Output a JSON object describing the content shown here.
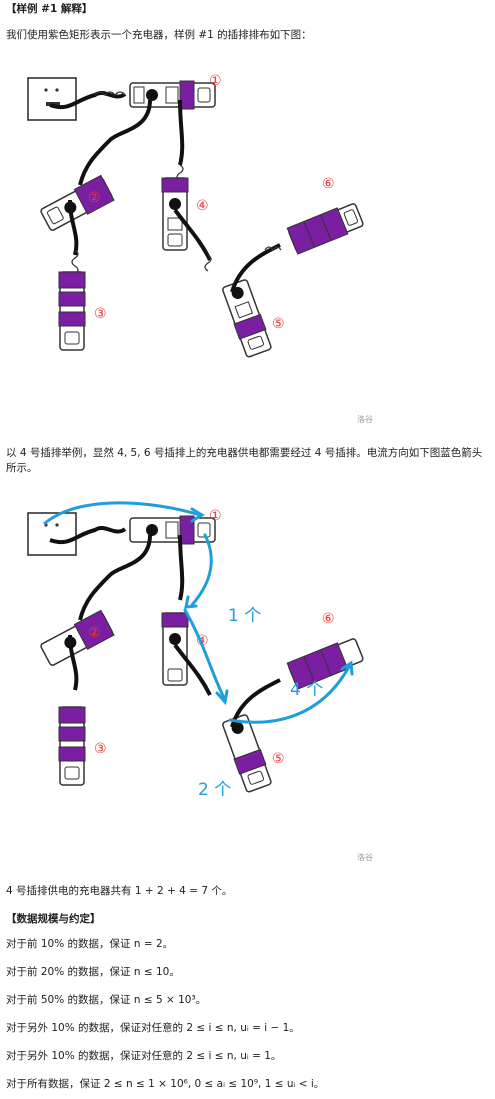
{
  "sample_heading": "【样例 #1 解释】",
  "sample_intro": "我们使用紫色矩形表示一个充电器，样例 #1 的插排排布如下图：",
  "watermark": "洛谷",
  "figure1": {
    "labels": [
      "①",
      "②",
      "③",
      "④",
      "⑤",
      "⑥"
    ]
  },
  "example_text": "以 4 号插排举例，显然 4, 5, 6 号插排上的充电器供电都需要经过 4 号插排。电流方向如下图蓝色箭头所示。",
  "figure2": {
    "labels": [
      "①",
      "②",
      "③",
      "④",
      "⑤",
      "⑥"
    ],
    "flow_labels": [
      "1 个",
      "4 个",
      "2 个"
    ]
  },
  "result_text": "4 号插排供电的充电器共有 1 + 2 + 4 = 7 个。",
  "data_heading": "【数据规模与约定】",
  "constraints": [
    "对于前 10% 的数据，保证 n = 2。",
    "对于前 20% 的数据，保证 n ≤ 10。",
    "对于前 50% 的数据，保证 n ≤ 5 × 10³。",
    "对于另外 10% 的数据，保证对任意的 2 ≤ i ≤ n, uᵢ = i − 1。",
    "对于另外 10% 的数据，保证对任意的 2 ≤ i ≤ n, uᵢ = 1。",
    "对于所有数据，保证 2 ≤ n ≤ 1 × 10⁶, 0 ≤ aᵢ ≤ 10⁹, 1 ≤ uᵢ < i。"
  ],
  "colors": {
    "charger": "#7b1fa2",
    "arrow": "#1e9fdb",
    "label": "#e53935"
  }
}
